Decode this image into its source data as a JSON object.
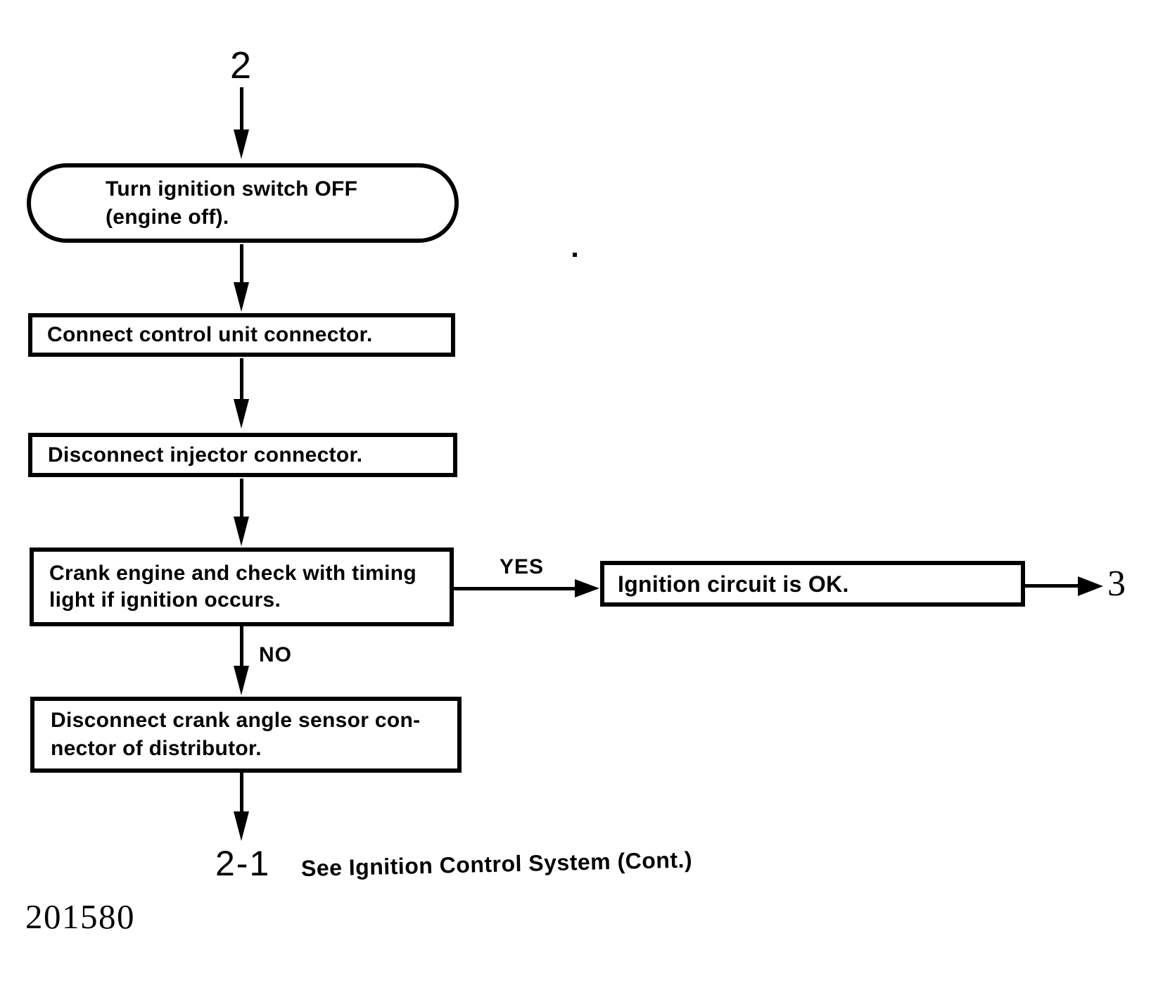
{
  "colors": {
    "ink": "#000000",
    "paper": "#ffffff"
  },
  "connectors": {
    "entry": "2",
    "exit_right": "3",
    "exit_bottom": "2-1"
  },
  "branch_labels": {
    "yes": "YES",
    "no": "NO"
  },
  "nodes": {
    "start": {
      "type": "terminator",
      "lines": [
        "Turn ignition switch OFF",
        "(engine off)."
      ]
    },
    "connect_control_unit": {
      "type": "process",
      "lines": [
        "Connect control unit connector."
      ]
    },
    "disconnect_injector": {
      "type": "process",
      "lines": [
        "Disconnect injector connector."
      ]
    },
    "crank_engine_check": {
      "type": "process",
      "lines": [
        "Crank engine and check with timing",
        "light if ignition occurs."
      ]
    },
    "ignition_ok": {
      "type": "process",
      "lines": [
        "Ignition circuit is OK."
      ]
    },
    "disconnect_crank_angle_sensor": {
      "type": "process",
      "lines": [
        "Disconnect crank angle sensor con-",
        "nector of distributor."
      ]
    }
  },
  "footnote": "See Ignition Control System (Cont.)",
  "figure_number": "201580"
}
